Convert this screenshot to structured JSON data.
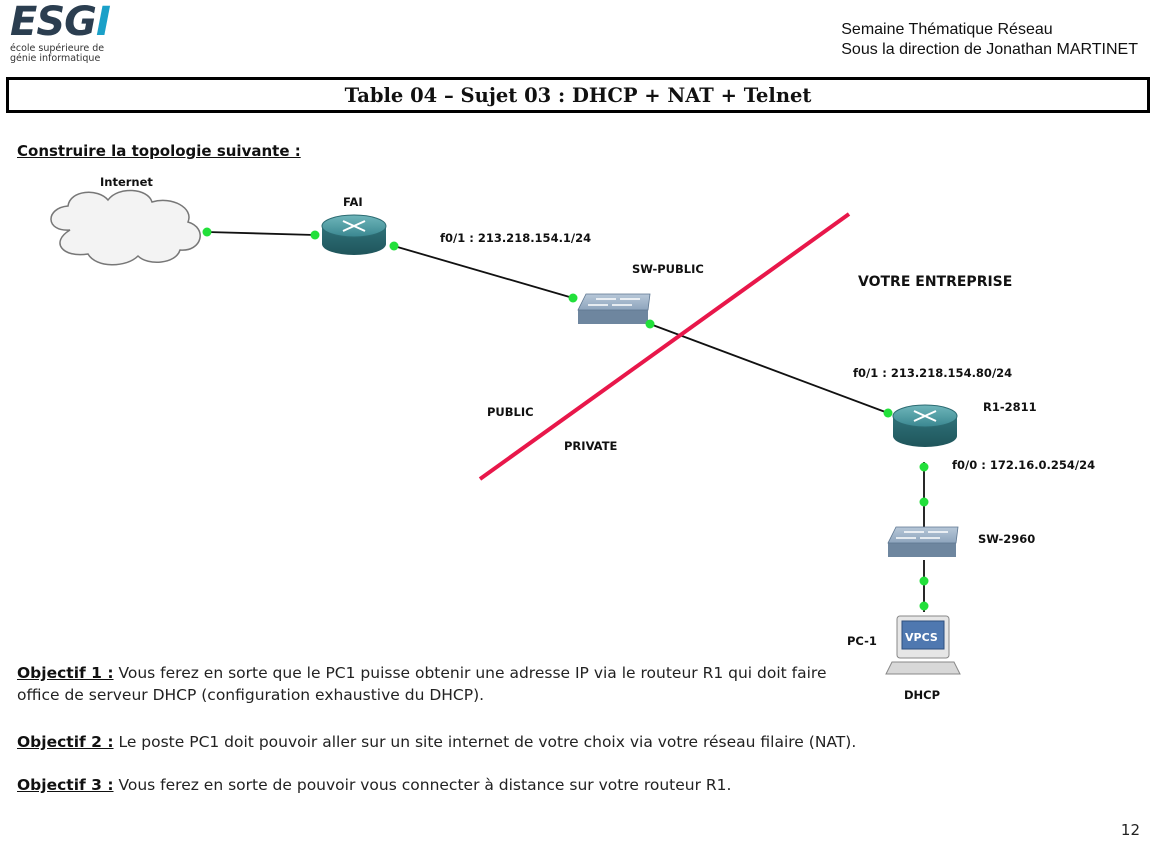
{
  "logo": {
    "mark_left": "ESG",
    "mark_right": "I",
    "line1": "école supérieure de",
    "line2": "génie informatique"
  },
  "header": {
    "line1": "Semaine Thématique Réseau",
    "line2": "Sous la direction de Jonathan MARTINET"
  },
  "title": "Table 04 – Sujet 03 : DHCP + NAT + Telnet",
  "section_title": "Construire la topologie suivante :",
  "topology": {
    "internet": "Internet",
    "fai": "FAI",
    "fai_if": "f0/1 : 213.218.154.1/24",
    "sw_public": "SW-PUBLIC",
    "enterprise": "VOTRE ENTREPRISE",
    "r1_if_out": "f0/1 : 213.218.154.80/24",
    "r1": "R1-2811",
    "public": "PUBLIC",
    "private": "PRIVATE",
    "r1_if_in": "f0/0 : 172.16.0.254/24",
    "sw_2960": "SW-2960",
    "pc": "PC-1",
    "vpcs": "VPCS",
    "dhcp": "DHCP",
    "colors": {
      "link_dot": "#22e03a",
      "divider": "#e8174a",
      "router": "#3f8f96",
      "switch": "#8aa3bd"
    }
  },
  "objectives": [
    {
      "label": "Objectif 1 :",
      "text": " Vous ferez en sorte que le PC1 puisse obtenir une adresse IP via le routeur R1 qui doit faire office de serveur DHCP (configuration exhaustive du DHCP)."
    },
    {
      "label": "Objectif 2 :",
      "text": " Le poste PC1 doit pouvoir aller sur un site internet de votre choix via votre réseau filaire (NAT)."
    },
    {
      "label": "Objectif 3 :",
      "text": " Vous ferez en sorte de pouvoir vous connecter à distance sur votre routeur R1."
    }
  ],
  "page_number": "12"
}
